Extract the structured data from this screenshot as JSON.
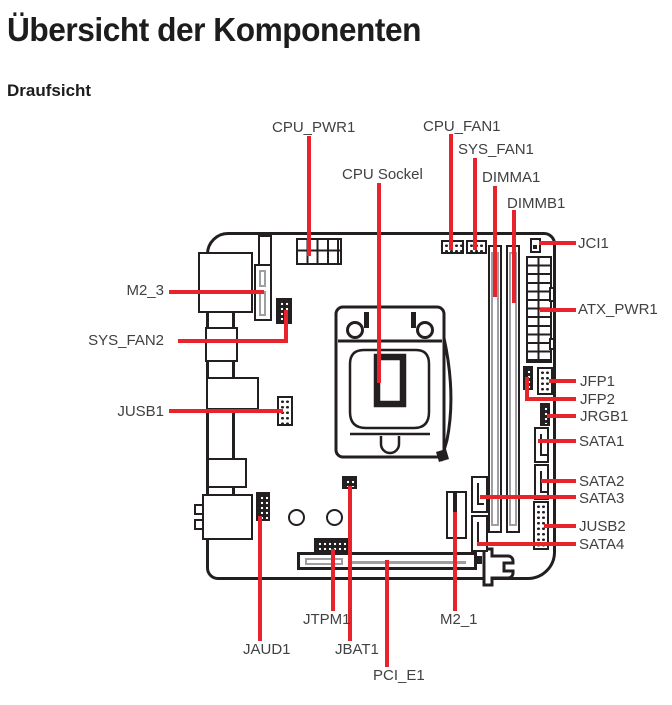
{
  "page": {
    "title": "Übersicht der Komponenten",
    "subtitle": "Draufsicht"
  },
  "colors": {
    "callout_red": "#e7242b",
    "outline_black": "#231f20",
    "label_gray": "#414042",
    "slot_gray": "#9d9fa2"
  },
  "diagram": {
    "labels": {
      "cpu_pwr1": "CPU_PWR1",
      "cpu_fan1": "CPU_FAN1",
      "sys_fan1": "SYS_FAN1",
      "cpu_socket": "CPU Sockel",
      "dimma1": "DIMMA1",
      "dimmb1": "DIMMB1",
      "jci1": "JCI1",
      "atx_pwr1": "ATX_PWR1",
      "m2_3": "M2_3",
      "sys_fan2": "SYS_FAN2",
      "jusb1": "JUSB1",
      "jfp1": "JFP1",
      "jfp2": "JFP2",
      "jrgb1": "JRGB1",
      "sata1": "SATA1",
      "sata2": "SATA2",
      "sata3": "SATA3",
      "jusb2": "JUSB2",
      "sata4": "SATA4",
      "jaud1": "JAUD1",
      "jtpm1": "JTPM1",
      "jbat1": "JBAT1",
      "pci_e1": "PCI_E1",
      "m2_1": "M2_1"
    }
  }
}
